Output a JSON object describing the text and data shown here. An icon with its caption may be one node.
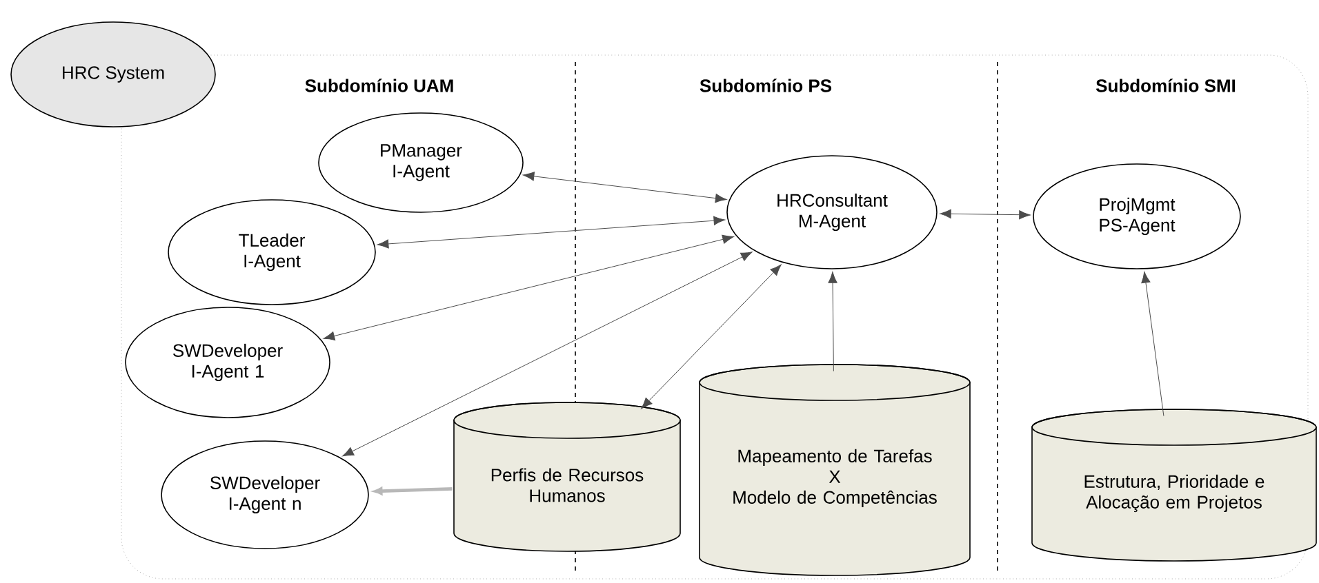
{
  "diagram": {
    "nodes": [
      {
        "text": [
          "HRC System"
        ]
      },
      {
        "text": [
          "PManager I-Agent"
        ]
      },
      {
        "text": [
          "TLeader I-Agent"
        ]
      },
      {
        "text": [
          "SWDeveloper I-Agent 1"
        ]
      },
      {
        "text": [
          "SWDeveloper I-Agent n"
        ]
      },
      {
        "text": [
          "HRConsultant M-Agent"
        ]
      },
      {
        "text": [
          "ProjMgmt PS-Agent"
        ]
      },
      {
        "text": [
          "Perfis de Recursos Humanos"
        ]
      },
      {
        "text": [
          "Mapeamento de Tarefas",
          "X",
          "Modelo de Competências"
        ]
      },
      {
        "text": [
          "Estrutura, Prioridade e Alocação em Projetos"
        ]
      }
    ],
    "edges": [
      {
        "from": 1,
        "to": 5,
        "arrow": "both"
      },
      {
        "from": 2,
        "to": 5,
        "arrow": "both"
      },
      {
        "from": 3,
        "to": 5,
        "arrow": "both"
      },
      {
        "from": 4,
        "to": 5,
        "arrow": "both"
      },
      {
        "from": 7,
        "to": 5,
        "arrow": "both"
      },
      {
        "from": 5,
        "to": 6,
        "arrow": "both"
      },
      {
        "from": 8,
        "to": 5,
        "arrow": "to"
      },
      {
        "from": 9,
        "to": 6,
        "arrow": "to"
      },
      {
        "from": 7,
        "to": 4,
        "arrow": "to",
        "color": "#b8b8b8",
        "style": "thick"
      }
    ],
    "labels": [
      "Subdomínio UAM",
      "Subdomínio PS",
      "Subdomínio SMI"
    ]
  }
}
